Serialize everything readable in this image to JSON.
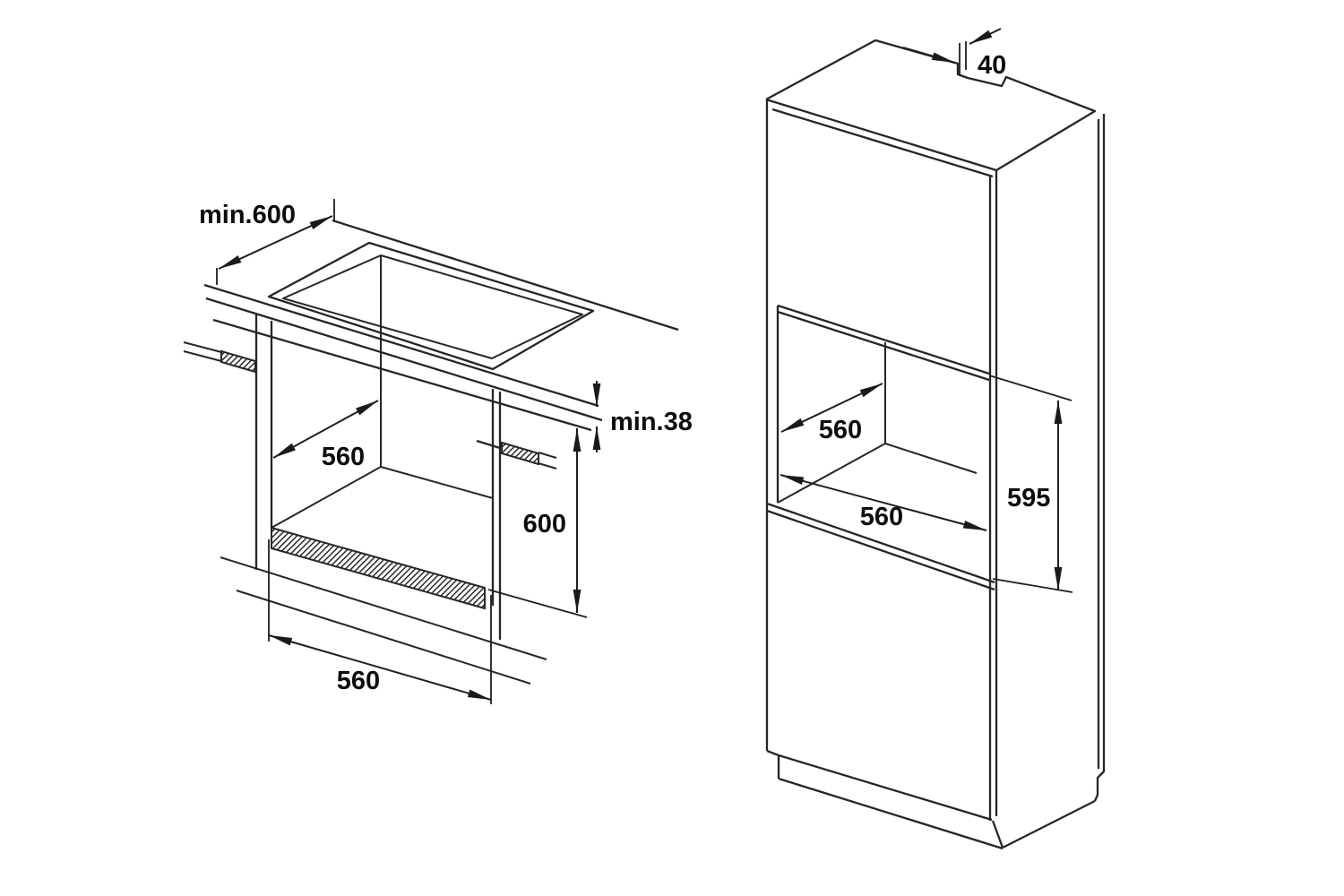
{
  "diagram": {
    "kind": "built-in oven installation dimension drawing",
    "background": "#ffffff",
    "line_color": "#262626",
    "text_color": "#0d0d0d",
    "views": {
      "worktop": {
        "name": "under-worktop niche view",
        "dims": {
          "worktop_depth": "min.600",
          "niche_depth": "560",
          "worktop_thickness": "min.38",
          "niche_height": "600",
          "niche_width": "560"
        }
      },
      "tall_cabinet": {
        "name": "tall cabinet niche view",
        "dims": {
          "rear_vent_gap": "40",
          "niche_depth": "560",
          "niche_width": "560",
          "niche_height": "595"
        }
      }
    }
  }
}
